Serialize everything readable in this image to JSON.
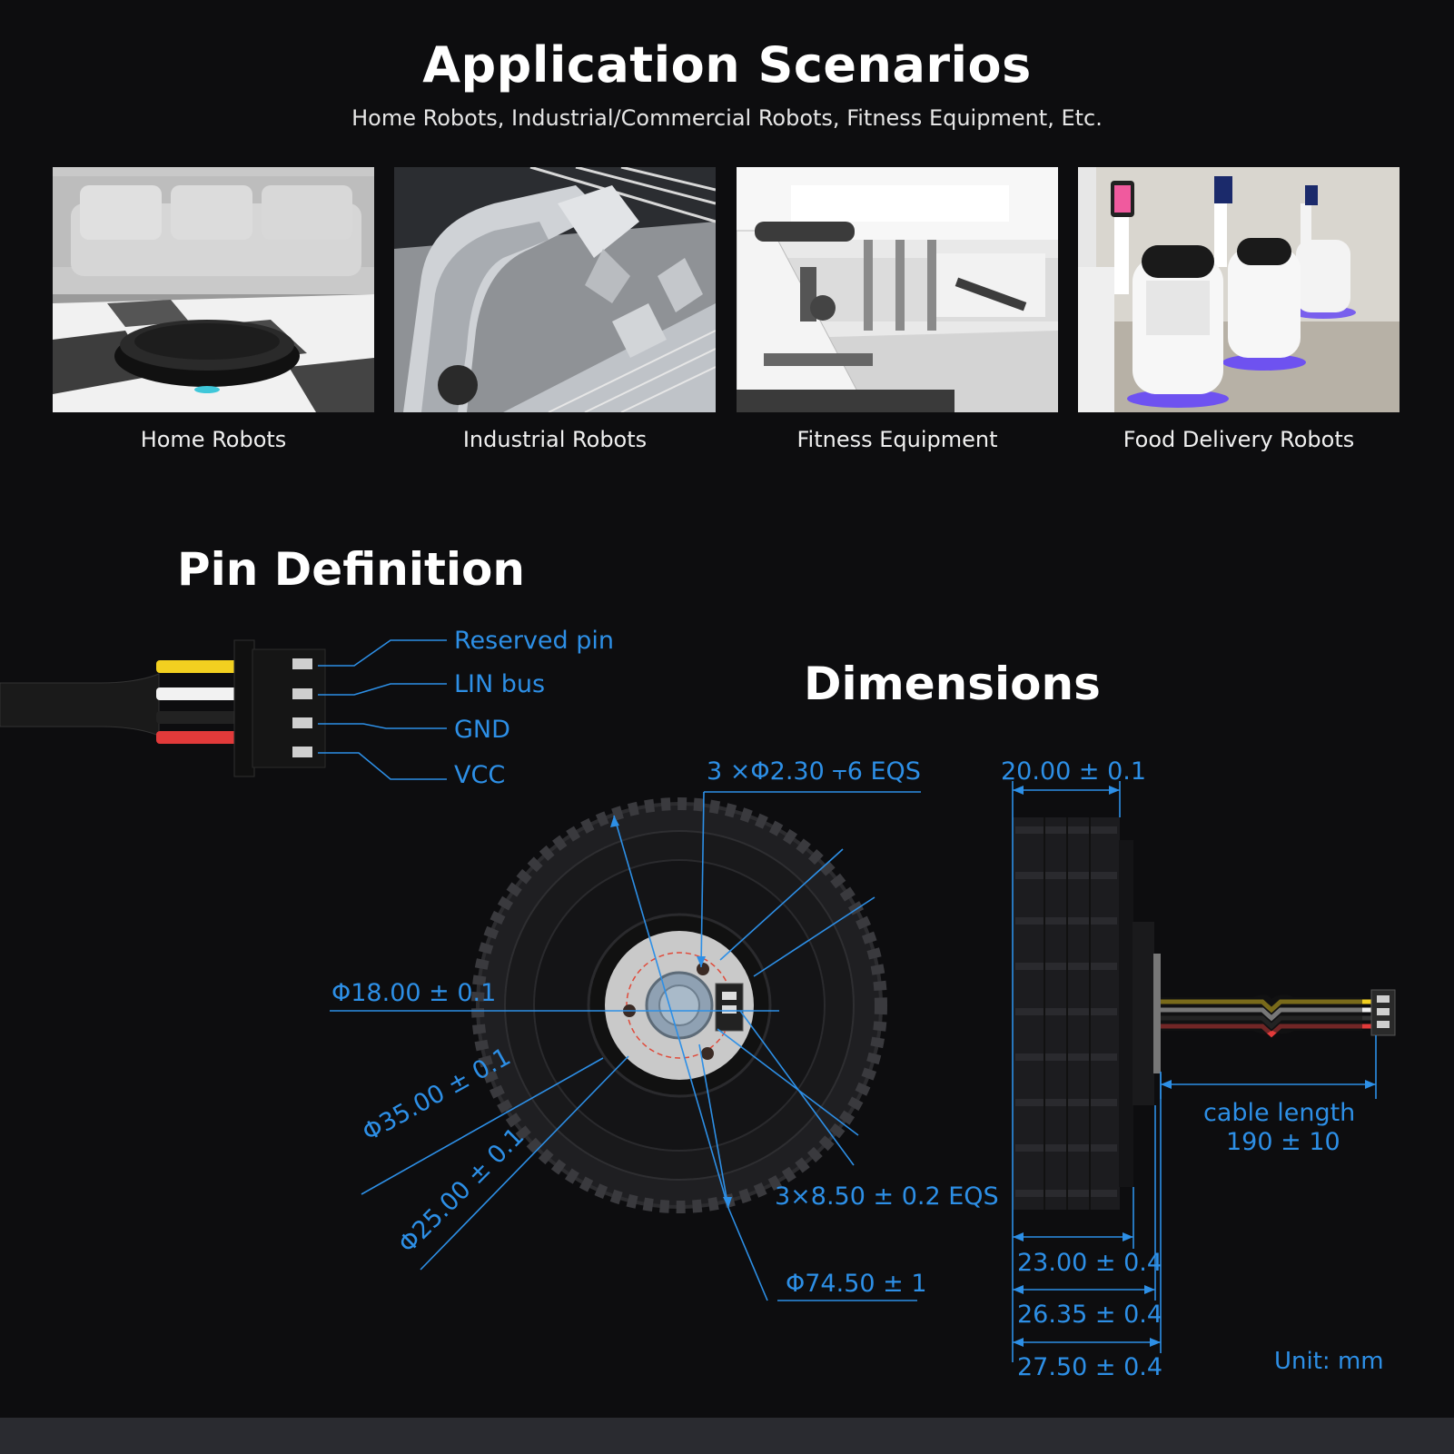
{
  "header": {
    "title": "Application Scenarios",
    "subtitle": "Home Robots, Industrial/Commercial Robots, Fitness Equipment, Etc."
  },
  "scenarios": [
    {
      "label": "Home Robots"
    },
    {
      "label": "Industrial Robots"
    },
    {
      "label": "Fitness Equipment"
    },
    {
      "label": "Food Delivery Robots"
    }
  ],
  "pin_definition": {
    "title": "Pin Definition",
    "pins": [
      "Reserved pin",
      "LIN bus",
      "GND",
      "VCC"
    ],
    "wire_colors": [
      "#f2d020",
      "#f2f2f2",
      "#222222",
      "#e23a3a"
    ]
  },
  "dimensions": {
    "title": "Dimensions",
    "front": {
      "holes": "3 ×Φ2.30 ⫟6 EQS",
      "inner_diameter": "Φ18.00 ± 0.1",
      "hub_diameter_35": "Φ35.00 ± 0.1",
      "hub_diameter_25": "Φ25.00 ± 0.1",
      "slot": "3×8.50 ± 0.2 EQS",
      "outer_diameter": "Φ74.50 ± 1"
    },
    "side": {
      "width_top": "20.00 ± 0.1",
      "cable_label": "cable length",
      "cable_value": "190 ± 10",
      "w1": "23.00 ± 0.4",
      "w2": "26.35 ± 0.4",
      "w3": "27.50 ± 0.4"
    },
    "unit": "Unit: mm"
  },
  "colors": {
    "background": "#0d0d0f",
    "accent_blue": "#2d8fe6",
    "footer": "#2a2b30"
  }
}
